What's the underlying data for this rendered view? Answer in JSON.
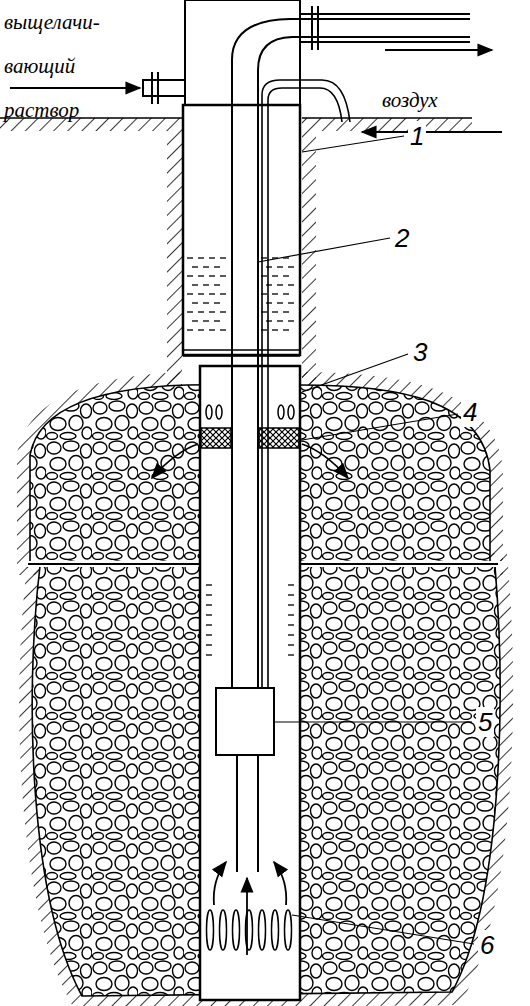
{
  "diagram": {
    "labels": [
      "выщелачи- вающий раствор",
      "воздух",
      "1",
      "2",
      "3",
      "4",
      "5",
      "6"
    ]
  }
}
